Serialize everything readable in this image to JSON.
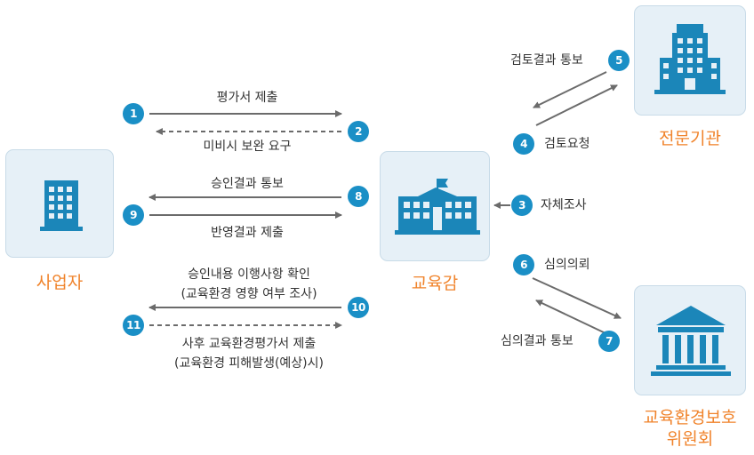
{
  "entities": {
    "business": "사업자",
    "education_office": "교육감",
    "expert_agency": "전문기관",
    "committee_line1": "교육환경보호",
    "committee_line2": "위원회"
  },
  "steps": [
    {
      "num": "1",
      "label": "평가서 제출"
    },
    {
      "num": "2",
      "label": "미비시 보완 요구"
    },
    {
      "num": "3",
      "label": "자체조사"
    },
    {
      "num": "4",
      "label": "검토요청"
    },
    {
      "num": "5",
      "label": "검토결과 통보"
    },
    {
      "num": "6",
      "label": "심의의뢰"
    },
    {
      "num": "7",
      "label": "심의결과 통보"
    },
    {
      "num": "8",
      "label": "승인결과 통보"
    },
    {
      "num": "9",
      "label": "반영결과 제출"
    },
    {
      "num": "10",
      "label_line1": "승인내용 이행사항 확인",
      "label_line2": "(교육환경 영향 여부 조사)"
    },
    {
      "num": "11",
      "label_line1": "사후 교육환경평가서 제출",
      "label_line2": "(교육환경 피해발생(예상)시)"
    }
  ],
  "colors": {
    "badge": "#1a8fc6",
    "entity_label": "#f0832b",
    "arrow": "#6b6b6b",
    "icon": "#1b86b9"
  }
}
